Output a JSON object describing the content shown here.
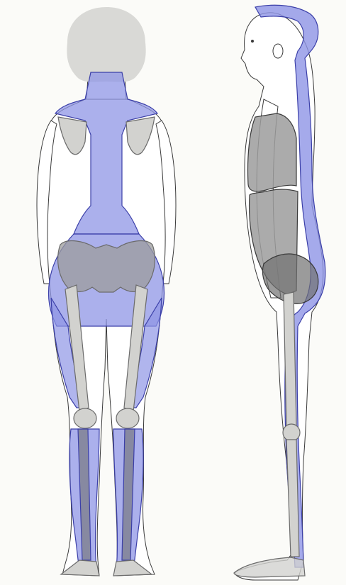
{
  "figure": {
    "views": [
      {
        "id": "posterior",
        "name": "posterior-view"
      },
      {
        "id": "lateral",
        "name": "lateral-view"
      }
    ]
  },
  "colors": {
    "background": "#fbfbf8",
    "skin_outline": "#3a3a3a",
    "hair": "#d9d9d6",
    "fascia_fill": "#8f95e6",
    "fascia_line": "#3b3fa8",
    "bone": "#d2d2cf",
    "bone_line": "#6b6b6b",
    "organ": "#9c9c9c",
    "organ_dark": "#707070"
  }
}
